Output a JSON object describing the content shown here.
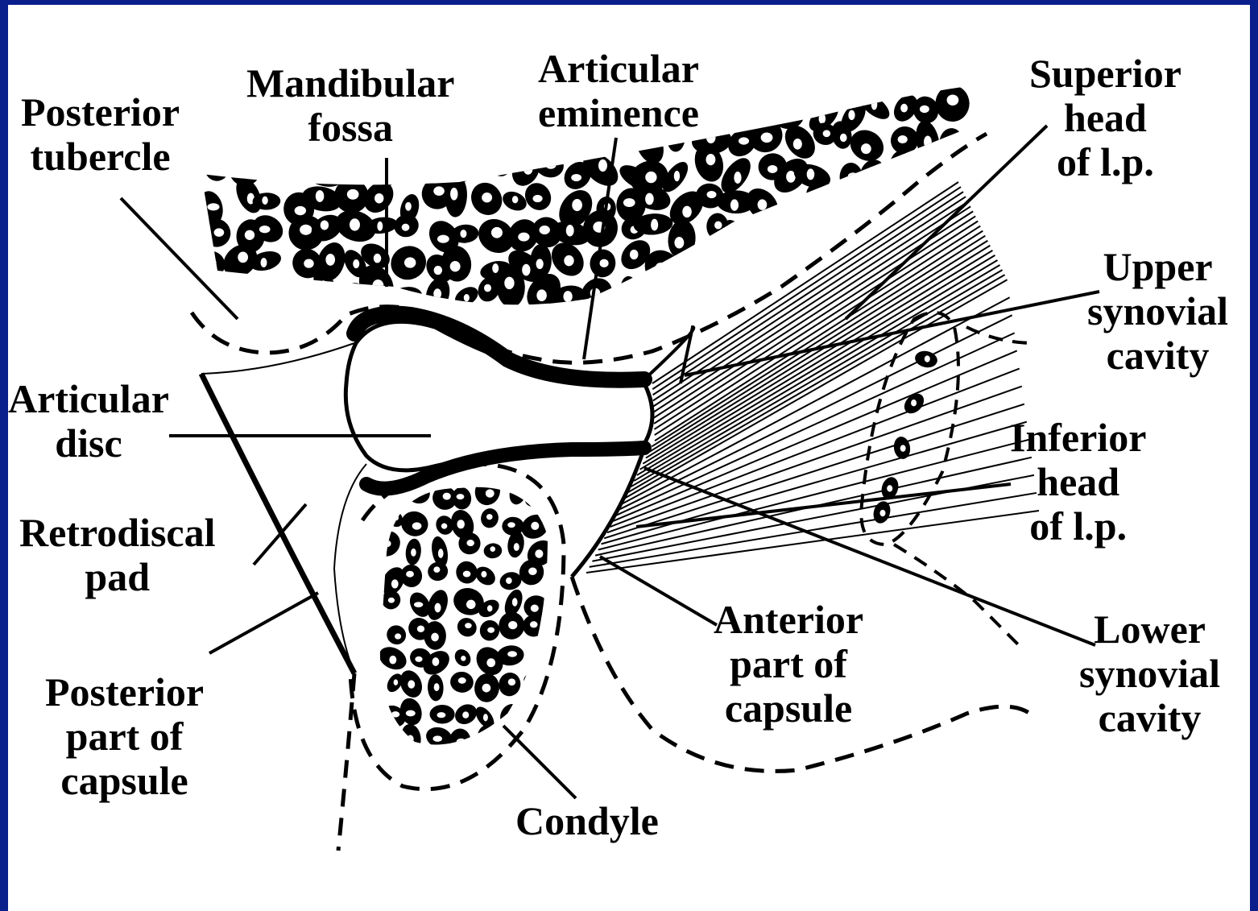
{
  "colors": {
    "border": "#0a1e8c",
    "background": "#ffffff",
    "ink": "#000000"
  },
  "labels": {
    "posterior_tubercle": [
      "Posterior",
      "tubercle"
    ],
    "mandibular_fossa": [
      "Mandibular",
      "fossa"
    ],
    "articular_eminence": [
      "Articular",
      "eminence"
    ],
    "superior_head": [
      "Superior",
      "head",
      "of l.p."
    ],
    "upper_synovial_cavity": [
      "Upper",
      "synovial",
      "cavity"
    ],
    "articular_disc": [
      "Articular",
      "disc"
    ],
    "inferior_head": [
      "Inferior",
      "head",
      "of l.p."
    ],
    "retrodiscal_pad": [
      "Retrodiscal",
      "pad"
    ],
    "anterior_capsule": [
      "Anterior",
      "part of",
      "capsule"
    ],
    "lower_synovial_cavity": [
      "Lower",
      "synovial",
      "cavity"
    ],
    "posterior_capsule": [
      "Posterior",
      "part of",
      "capsule"
    ],
    "condyle": [
      "Condyle"
    ]
  }
}
